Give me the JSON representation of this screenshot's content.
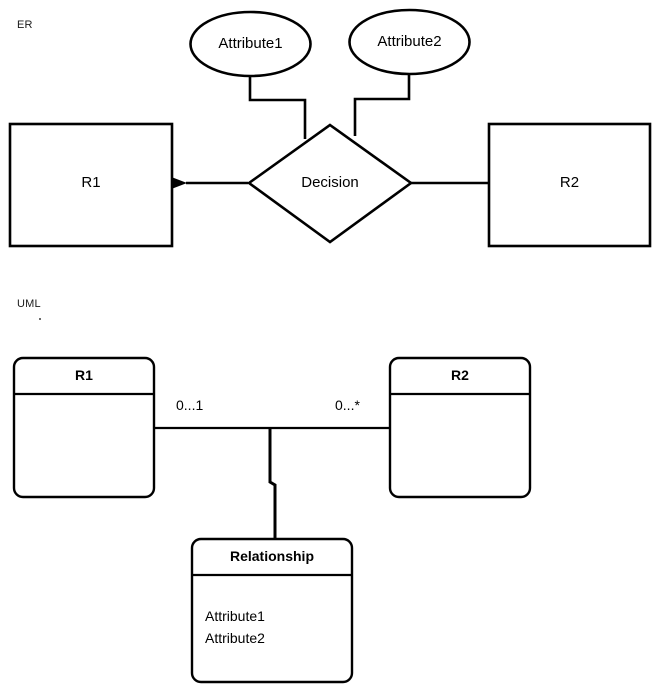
{
  "diagram": {
    "title_er": "ER",
    "title_uml": "UML",
    "er": {
      "attribute1": "Attribute1",
      "attribute2": "Attribute2",
      "relationship_diamond": "Decision",
      "entity_left": "R1",
      "entity_right": "R2"
    },
    "uml": {
      "class_left_title": "R1",
      "class_right_title": "R2",
      "multiplicity_left": "0...1",
      "multiplicity_right": "0...*",
      "assoc_class_title": "Relationship",
      "assoc_class_attributes": [
        "Attribute1",
        "Attribute2"
      ]
    },
    "colors": {
      "stroke": "#000000",
      "fill": "#ffffff",
      "text": "#000000"
    }
  }
}
